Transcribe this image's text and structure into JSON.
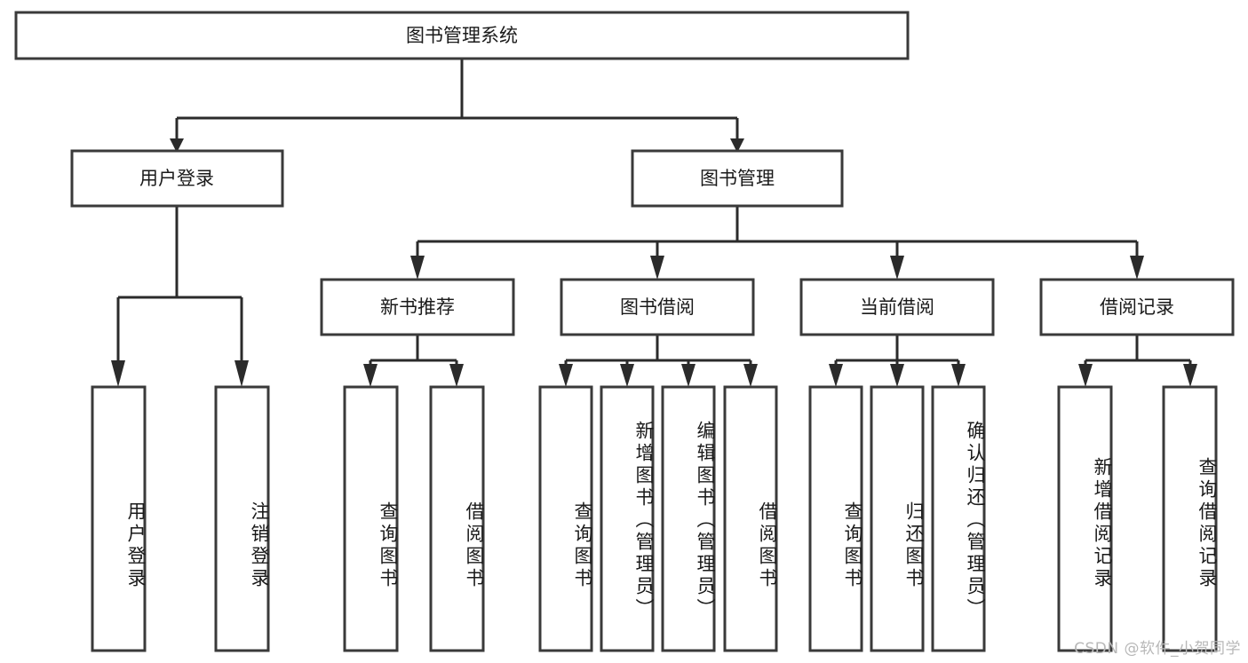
{
  "diagram": {
    "type": "tree",
    "title": "图书管理系统",
    "orientation": "top-down",
    "colors": {
      "box_stroke": "#3a3a3a",
      "box_fill": "#ffffff",
      "connector": "#2b2b2b",
      "text": "#1a1a1a",
      "background": "#ffffff",
      "watermark": "#b8b8b8"
    },
    "root": {
      "label": "图书管理系统"
    },
    "level2": [
      {
        "label": "用户登录"
      },
      {
        "label": "图书管理"
      }
    ],
    "level3": [
      {
        "label": "新书推荐"
      },
      {
        "label": "图书借阅"
      },
      {
        "label": "当前借阅"
      },
      {
        "label": "借阅记录"
      }
    ],
    "leaves": {
      "user_login": [
        {
          "label": "用户登录"
        },
        {
          "label": "注销登录"
        }
      ],
      "new_book_recommend": [
        {
          "label": "查询图书"
        },
        {
          "label": "借阅图书"
        }
      ],
      "book_borrow": [
        {
          "label": "查询图书"
        },
        {
          "label": "新增图书（管理员）"
        },
        {
          "label": "编辑图书（管理员）"
        },
        {
          "label": "借阅图书"
        }
      ],
      "current_borrow": [
        {
          "label": "查询图书"
        },
        {
          "label": "归还图书"
        },
        {
          "label": "确认归还（管理员）"
        }
      ],
      "borrow_record": [
        {
          "label": "新增借阅记录"
        },
        {
          "label": "查询借阅记录"
        }
      ]
    }
  },
  "watermark": {
    "text": "CSDN @软件_小贺同学"
  }
}
